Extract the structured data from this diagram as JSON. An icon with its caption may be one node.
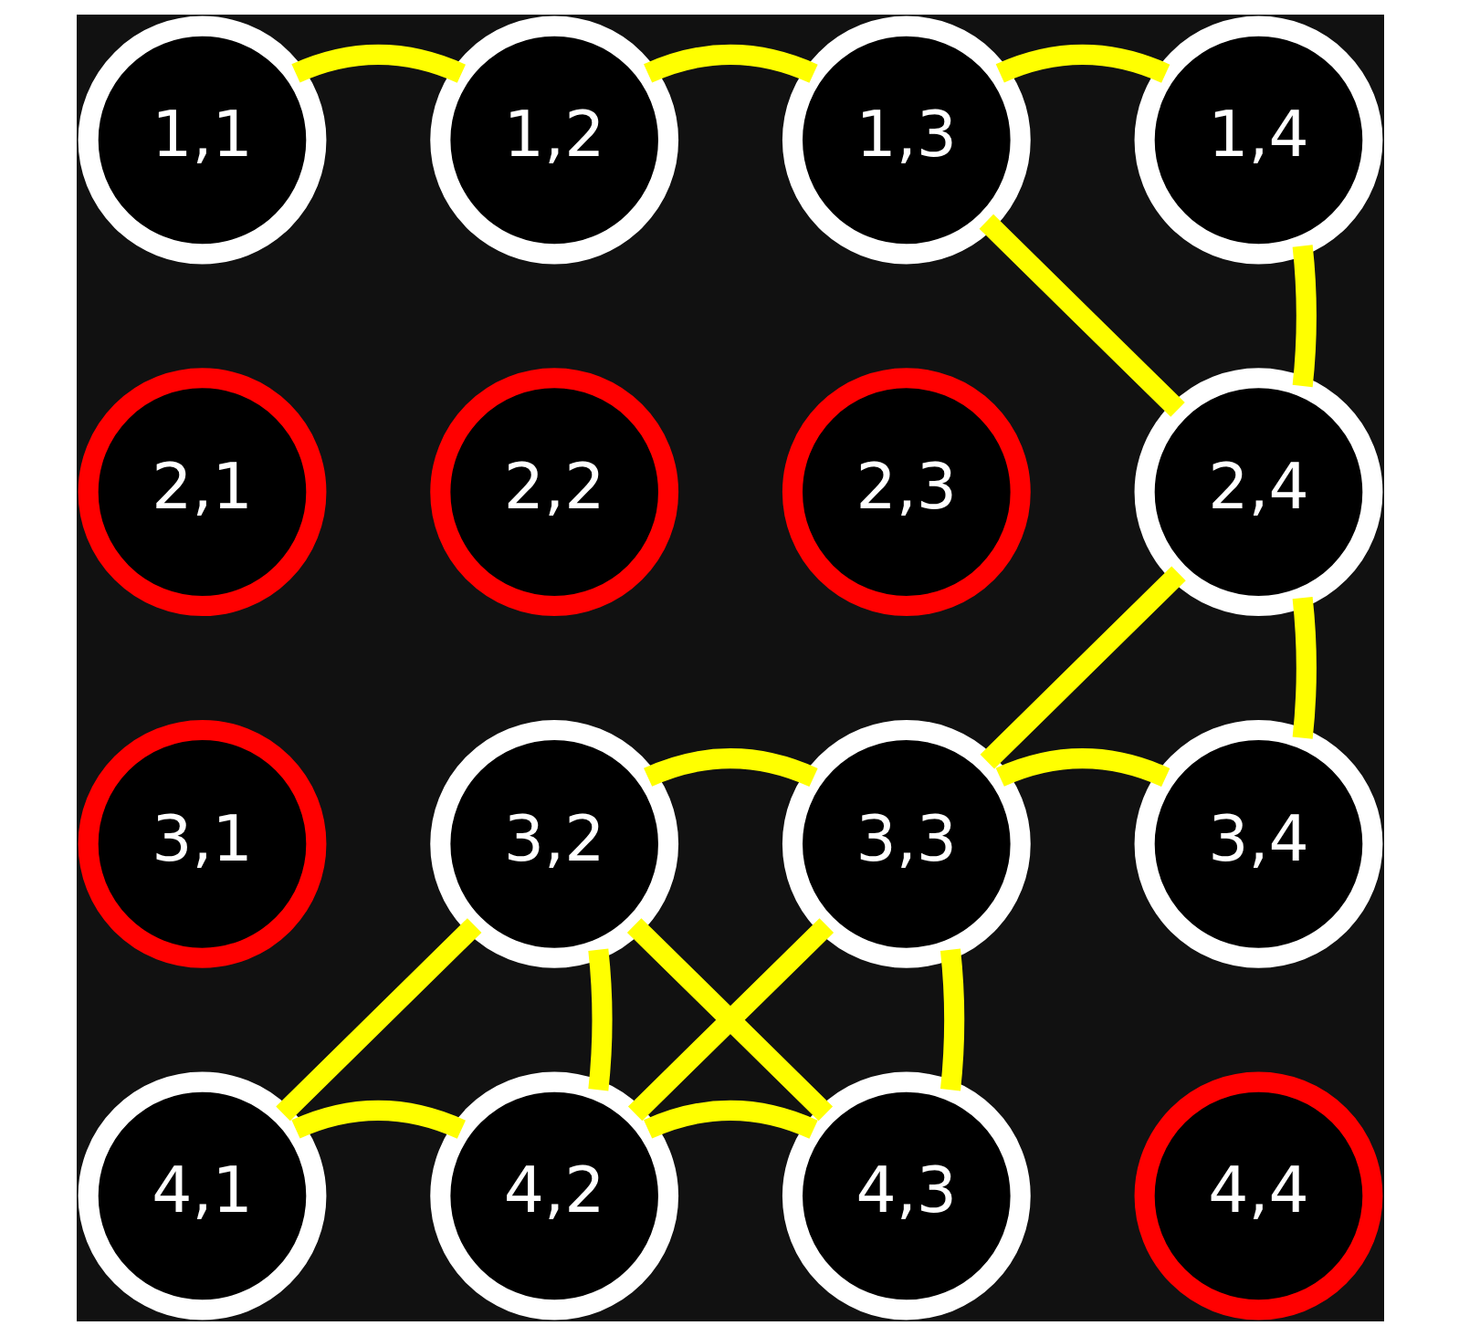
{
  "diagram": {
    "nodes": [
      {
        "text": [
          "1,1"
        ]
      },
      {
        "text": [
          "1,2"
        ]
      },
      {
        "text": [
          "1,3"
        ]
      },
      {
        "text": [
          "1,4"
        ]
      },
      {
        "text": [
          "2,1"
        ]
      },
      {
        "text": [
          "2,2"
        ]
      },
      {
        "text": [
          "2,3"
        ]
      },
      {
        "text": [
          "2,4"
        ]
      },
      {
        "text": [
          "3,1"
        ]
      },
      {
        "text": [
          "3,2"
        ]
      },
      {
        "text": [
          "3,3"
        ]
      },
      {
        "text": [
          "3,4"
        ]
      },
      {
        "text": [
          "4,1"
        ]
      },
      {
        "text": [
          "4,2"
        ]
      },
      {
        "text": [
          "4,3"
        ]
      },
      {
        "text": [
          "4,4"
        ]
      }
    ],
    "edges": [
      {
        "from": 0,
        "to": 1,
        "arrow": "none"
      },
      {
        "from": 1,
        "to": 2,
        "arrow": "none"
      },
      {
        "from": 2,
        "to": 3,
        "arrow": "none"
      },
      {
        "from": 2,
        "to": 7,
        "arrow": "none"
      },
      {
        "from": 3,
        "to": 7,
        "arrow": "none"
      },
      {
        "from": 7,
        "to": 10,
        "arrow": "none"
      },
      {
        "from": 7,
        "to": 11,
        "arrow": "none"
      },
      {
        "from": 9,
        "to": 10,
        "arrow": "none"
      },
      {
        "from": 10,
        "to": 11,
        "arrow": "none"
      },
      {
        "from": 9,
        "to": 12,
        "arrow": "none"
      },
      {
        "from": 9,
        "to": 13,
        "arrow": "none"
      },
      {
        "from": 9,
        "to": 14,
        "arrow": "none"
      },
      {
        "from": 10,
        "to": 13,
        "arrow": "none"
      },
      {
        "from": 10,
        "to": 14,
        "arrow": "none"
      },
      {
        "from": 12,
        "to": 13,
        "arrow": "none"
      },
      {
        "from": 13,
        "to": 14,
        "arrow": "none"
      }
    ]
  }
}
